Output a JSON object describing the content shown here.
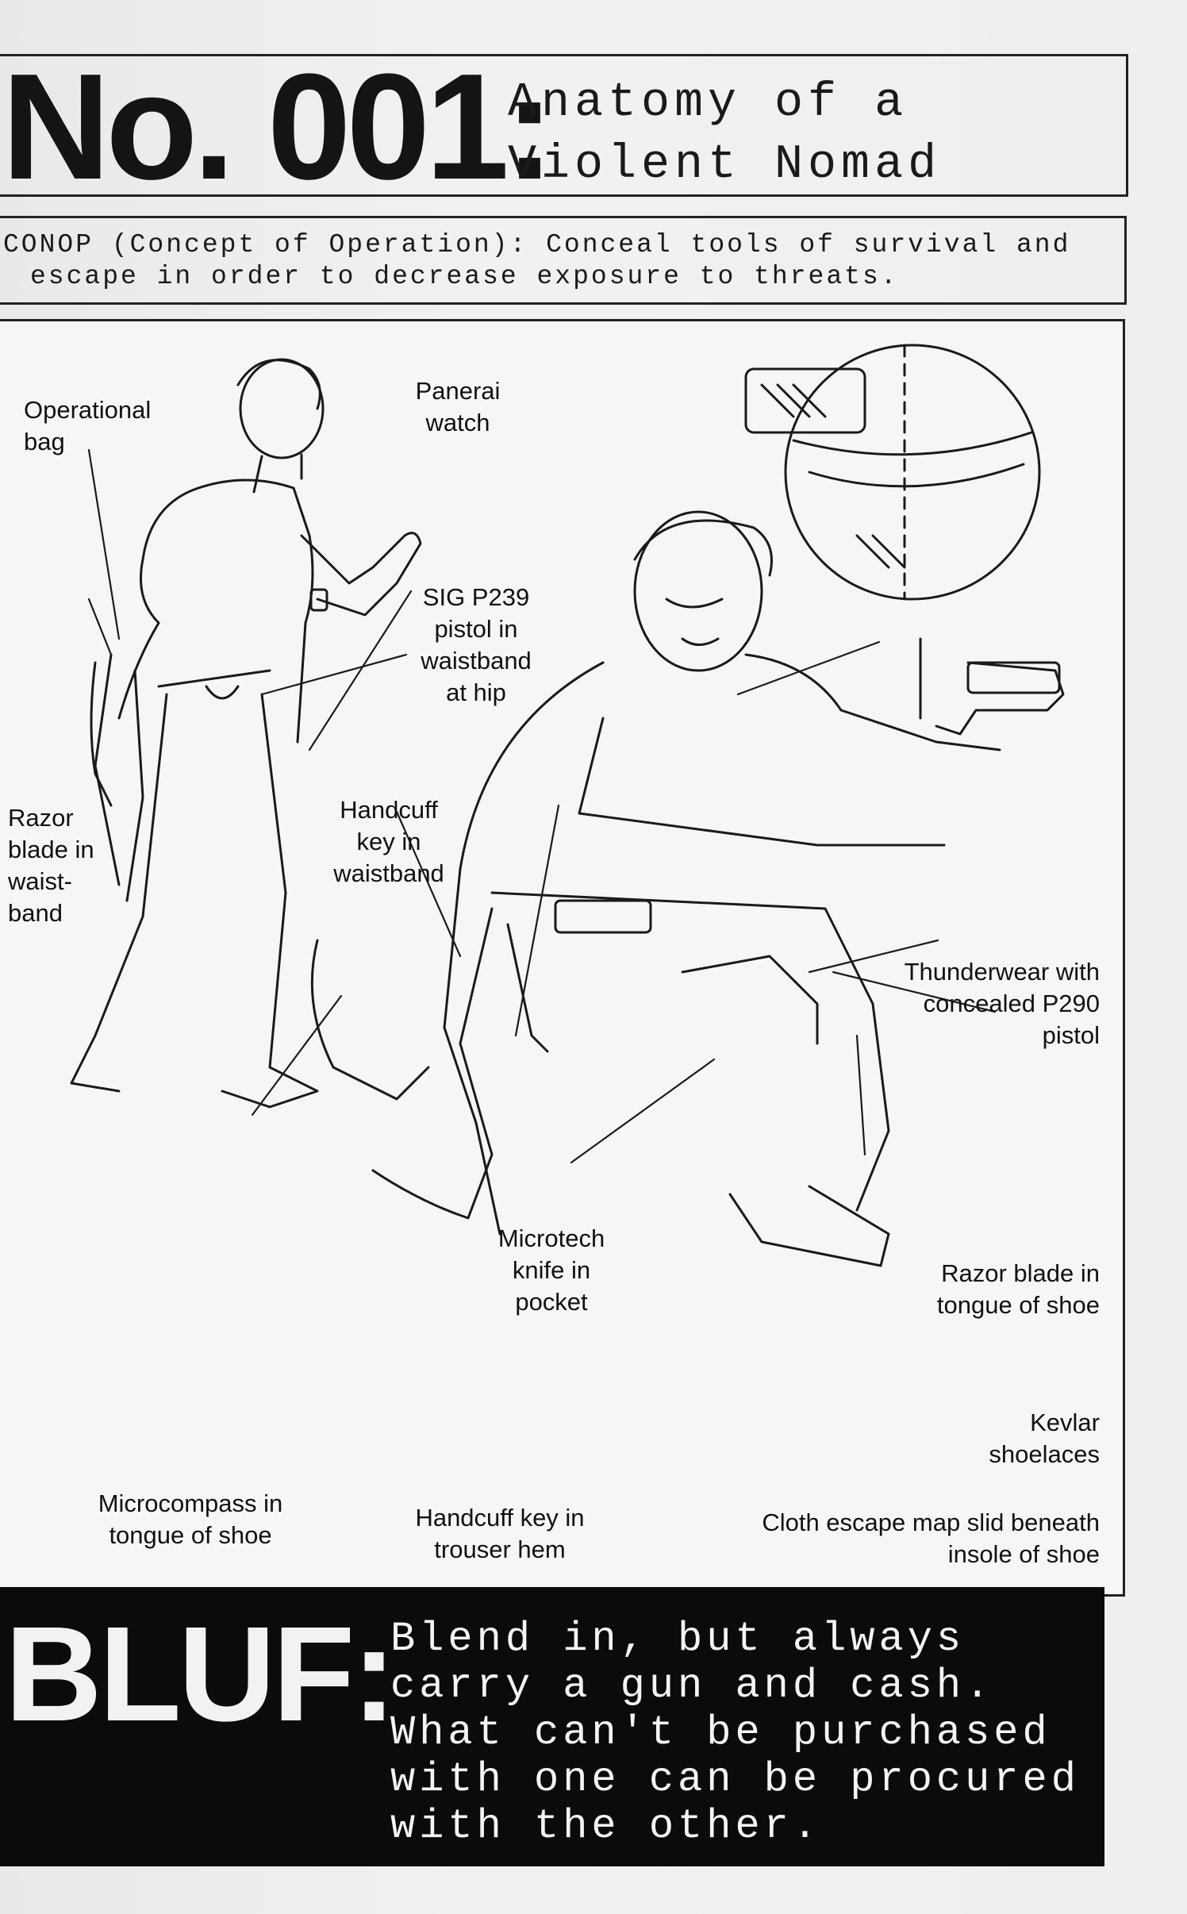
{
  "title": {
    "number": "No. 001:",
    "line1": "Anatomy of a",
    "line2": "Violent Nomad"
  },
  "conop": {
    "line1": "CONOP (Concept of Operation): Conceal tools of survival and",
    "line2": "escape in order to decrease exposure to threats."
  },
  "labels": {
    "operational_bag": "Operational\nbag",
    "panerai_watch": "Panerai\nwatch",
    "sig_p239": "SIG P239\npistol in\nwaistband\nat hip",
    "razor_waistband": "Razor\nblade in\nwaist-\nband",
    "handcuff_key_waistband": "Handcuff\nkey in\nwaistband",
    "thunderwear": "Thunderwear with\nconcealed P290\npistol",
    "microtech_knife": "Microtech\nknife in\npocket",
    "razor_shoe": "Razor blade in\ntongue of shoe",
    "kevlar_shoelaces": "Kevlar\nshoelaces",
    "microcompass": "Microcompass in\ntongue of shoe",
    "handcuff_key_hem": "Handcuff key in\ntrouser hem",
    "cloth_map": "Cloth escape map slid beneath\ninsole of shoe"
  },
  "bluf": {
    "word": "BLUF:",
    "text": "Blend in, but always\ncarry a gun and cash.\nWhat can't be purchased\nwith one can be procured\nwith the other."
  }
}
